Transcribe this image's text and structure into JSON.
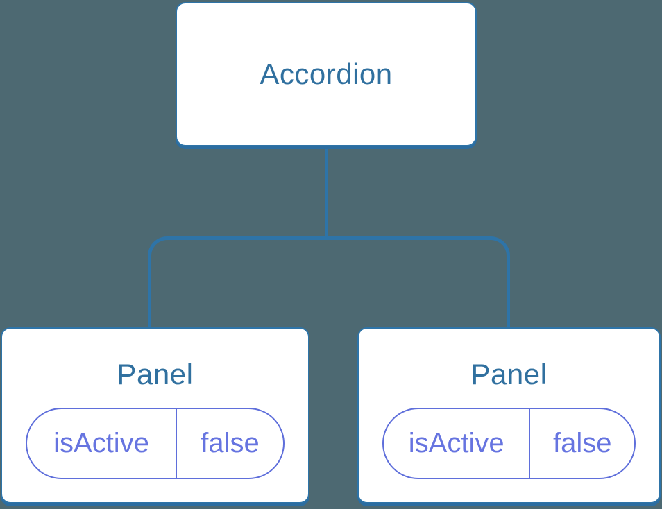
{
  "colors": {
    "background": "#4d6972",
    "node_fill": "#ffffff",
    "node_border": "#2e74a8",
    "node_shadow": "#2c6da0",
    "node_title": "#30709f",
    "state_border": "#5f6fdb",
    "state_text": "#6674e0"
  },
  "tree": {
    "root": {
      "label": "Accordion"
    },
    "children": [
      {
        "label": "Panel",
        "state": {
          "name": "isActive",
          "value": "false"
        }
      },
      {
        "label": "Panel",
        "state": {
          "name": "isActive",
          "value": "false"
        }
      }
    ]
  }
}
